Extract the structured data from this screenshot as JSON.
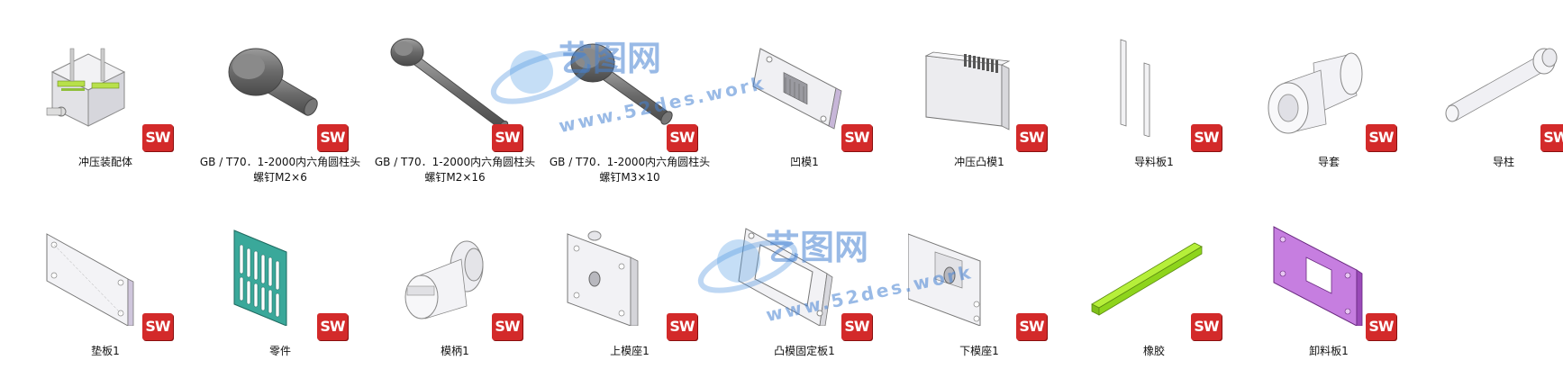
{
  "files": [
    {
      "label": "冲压装配体",
      "icon": "assembly-icon"
    },
    {
      "label": "GB / T70．1-2000内六角圆柱头\n螺钉M2×6",
      "icon": "screw-short-icon"
    },
    {
      "label": "GB / T70．1-2000内六角圆柱头\n螺钉M2×16",
      "icon": "screw-long-icon"
    },
    {
      "label": "GB / T70．1-2000内六角圆柱头\n螺钉M3×10",
      "icon": "screw-medium-icon"
    },
    {
      "label": "凹模1",
      "icon": "die-plate-icon"
    },
    {
      "label": "冲压凸模1",
      "icon": "punch-icon"
    },
    {
      "label": "导料板1",
      "icon": "guide-strip-icon"
    },
    {
      "label": "导套",
      "icon": "guide-bushing-icon"
    },
    {
      "label": "导柱",
      "icon": "guide-pillar-icon"
    },
    {
      "label": "垫板1",
      "icon": "backing-plate-icon"
    },
    {
      "label": "零件",
      "icon": "strip-part-icon"
    },
    {
      "label": "模柄1",
      "icon": "die-shank-icon"
    },
    {
      "label": "上模座1",
      "icon": "upper-die-base-icon"
    },
    {
      "label": "凸模固定板1",
      "icon": "punch-retainer-icon"
    },
    {
      "label": "下模座1",
      "icon": "lower-die-base-icon"
    },
    {
      "label": "橡胶",
      "icon": "rubber-bar-icon"
    },
    {
      "label": "卸料板1",
      "icon": "stripper-plate-icon"
    }
  ],
  "badge_text": "SW",
  "watermark": {
    "brand": "艺图网",
    "url": "www.52des.work"
  },
  "colors": {
    "badge": "#d32a2a",
    "part_gray": "#e8e8ec",
    "screw_gray": "#6f6f6f",
    "strip_teal": "#3aa89a",
    "rubber_green": "#9be41a",
    "stripper_purple": "#c07ad6",
    "watermark_blue": "#4a8ad6"
  }
}
